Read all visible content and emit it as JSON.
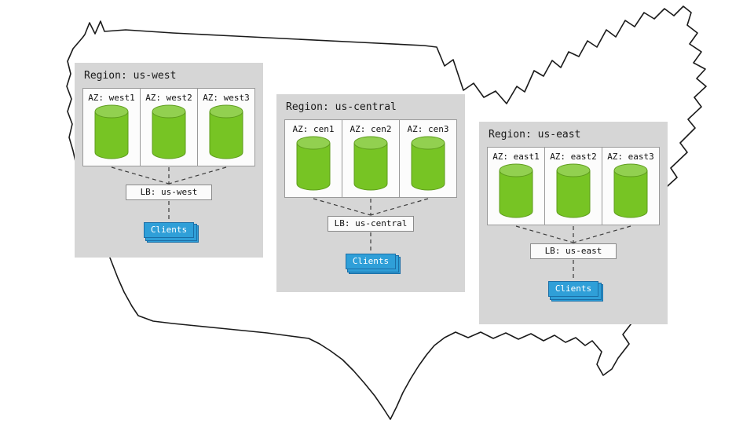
{
  "diagram": {
    "regions": [
      {
        "title": "Region: us-west",
        "azs": [
          "AZ: west1",
          "AZ: west2",
          "AZ: west3"
        ],
        "lb": "LB: us-west",
        "clients": "Clients"
      },
      {
        "title": "Region: us-central",
        "azs": [
          "AZ: cen1",
          "AZ: cen2",
          "AZ: cen3"
        ],
        "lb": "LB: us-central",
        "clients": "Clients"
      },
      {
        "title": "Region: us-east",
        "azs": [
          "AZ: east1",
          "AZ: east2",
          "AZ: east3"
        ],
        "lb": "LB: us-east",
        "clients": "Clients"
      }
    ]
  },
  "colors": {
    "cylinder-green": "#77c424",
    "cylinder-green-top": "#92d050",
    "cylinder-stroke": "#5e9c1d",
    "clients-blue": "#2f9fd8",
    "clients-border": "#1b6ea6",
    "region-gray": "#d6d6d6",
    "map-stroke": "#1a1a1a"
  }
}
